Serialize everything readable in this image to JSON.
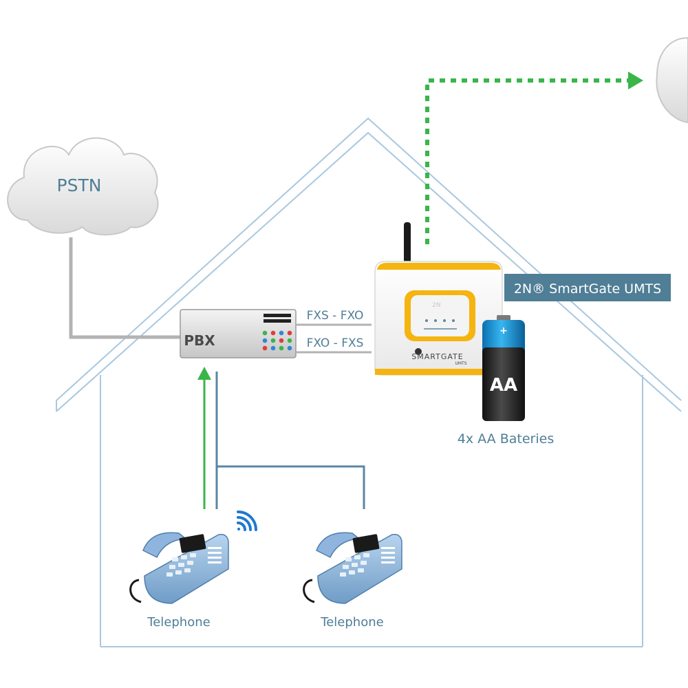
{
  "clouds": {
    "pstn_label": "PSTN"
  },
  "pbx": {
    "label": "PBX",
    "port_top": "FXS - FXO",
    "port_bottom": "FXO - FXS"
  },
  "gateway": {
    "name_banner": "2N® SmartGate UMTS",
    "brand_text": "SMARTGATE",
    "model_text": "UMTS"
  },
  "battery": {
    "type_label": "AA",
    "caption": "4x AA Bateries"
  },
  "phones": [
    {
      "label": "Telephone"
    },
    {
      "label": "Telephone"
    }
  ],
  "colors": {
    "house_outline": "#a8c8e0",
    "pstn_line": "#b3b3b3",
    "phone_line": "#5a86a3",
    "signal_green": "#3ab54a",
    "banner_bg": "#4f7e96",
    "gateway_accent": "#f5b40f",
    "label_text": "#4f7e96"
  }
}
